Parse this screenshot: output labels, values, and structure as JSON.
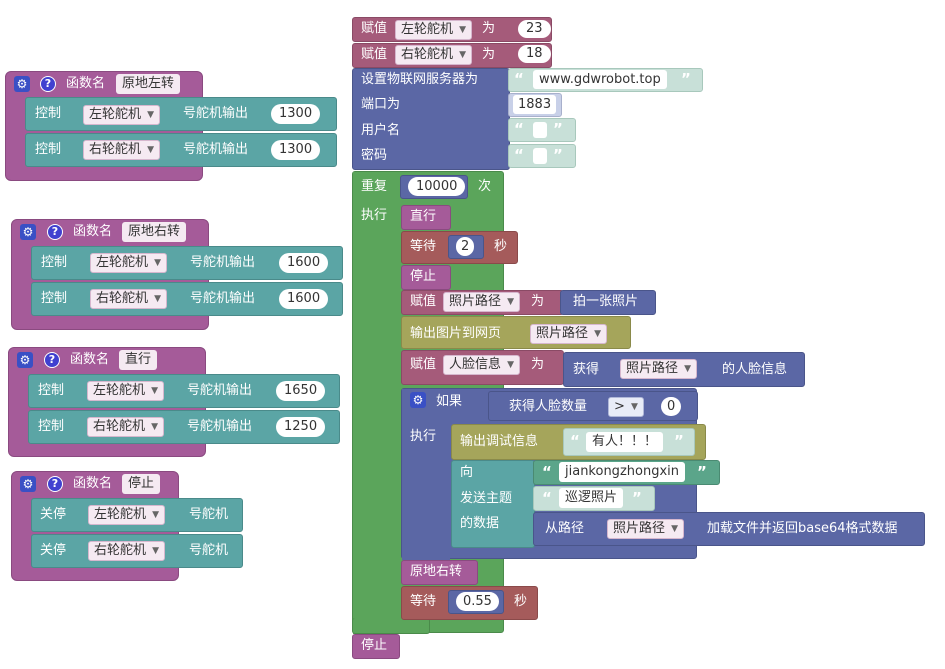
{
  "functions": {
    "f1": {
      "label": "函数名",
      "name": "原地左转",
      "rows": [
        {
          "verb": "控制",
          "motor": "左轮舵机",
          "suffix": "号舵机输出",
          "value": "1300"
        },
        {
          "verb": "控制",
          "motor": "右轮舵机",
          "suffix": "号舵机输出",
          "value": "1300"
        }
      ]
    },
    "f2": {
      "label": "函数名",
      "name": "原地右转",
      "rows": [
        {
          "verb": "控制",
          "motor": "左轮舵机",
          "suffix": "号舵机输出",
          "value": "1600"
        },
        {
          "verb": "控制",
          "motor": "右轮舵机",
          "suffix": "号舵机输出",
          "value": "1600"
        }
      ]
    },
    "f3": {
      "label": "函数名",
      "name": "直行",
      "rows": [
        {
          "verb": "控制",
          "motor": "左轮舵机",
          "suffix": "号舵机输出",
          "value": "1650"
        },
        {
          "verb": "控制",
          "motor": "右轮舵机",
          "suffix": "号舵机输出",
          "value": "1250"
        }
      ]
    },
    "f4": {
      "label": "函数名",
      "name": "停止",
      "rows": [
        {
          "verb": "关停",
          "motor": "左轮舵机",
          "suffix": "号舵机"
        },
        {
          "verb": "关停",
          "motor": "右轮舵机",
          "suffix": "号舵机"
        }
      ]
    }
  },
  "main": {
    "assign_label": "赋值",
    "as_label": "为",
    "left_var": "左轮舵机",
    "left_val": "23",
    "right_var": "右轮舵机",
    "right_val": "18",
    "iot_server_label": "设置物联网服务器为",
    "iot_server": "www.gdwrobot.top",
    "port_label": "端口为",
    "port": "1883",
    "user_label": "用户名",
    "pass_label": "密码",
    "repeat_label": "重复",
    "repeat_count": "10000",
    "times_label": "次",
    "do_label": "执行",
    "straight": "直行",
    "wait_label": "等待",
    "wait1": "2",
    "sec_label": "秒",
    "stop": "停止",
    "photo_var": "照片路径",
    "take_photo": "拍一张照片",
    "output_img": "输出图片到网页",
    "face_var": "人脸信息",
    "get_label": "获得",
    "face_info_suffix": "的人脸信息",
    "if_label": "如果",
    "get_face_count": "获得人脸数量",
    "op": ">",
    "compare_val": "0",
    "debug_label": "输出调试信息",
    "debug_msg": "有人！！！",
    "to_label": "向",
    "target": "jiankongzhongxin",
    "send_topic_label": "发送主题",
    "topic": "巡逻照片",
    "data_label": "的数据",
    "from_path": "从路径",
    "load_b64": "加载文件并返回base64格式数据",
    "turn_right": "原地右转",
    "wait2": "0.55",
    "stop_end": "停止"
  },
  "icons": {
    "gear": "gear-icon",
    "help": "help-icon",
    "dropdown": "dropdown-arrow-icon"
  },
  "colors": {
    "purple": "#a55b99",
    "teal": "#5ba5a5",
    "indigo": "#5b67a5",
    "green": "#5ba55b",
    "brown": "#a55b5b",
    "olive": "#a5a55b"
  }
}
